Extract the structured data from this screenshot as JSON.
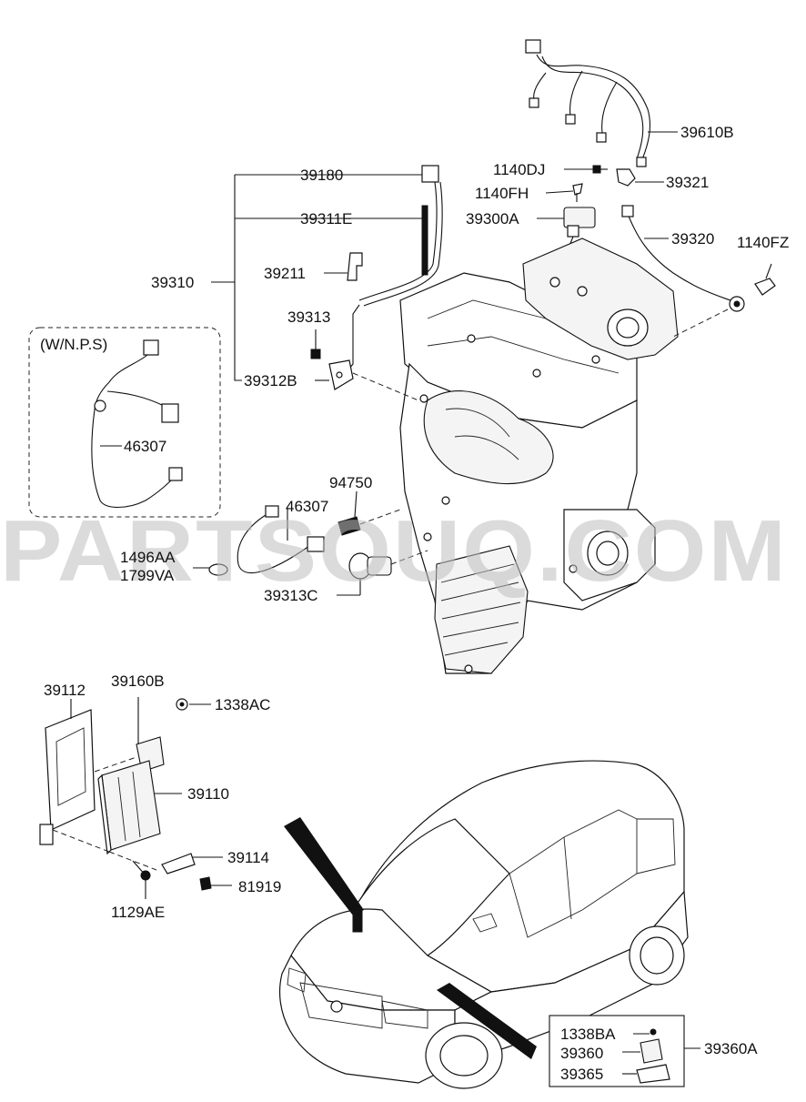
{
  "watermark": "PARTSOUQ.COM",
  "inset_box_label": "(W/N.P.S)",
  "parts": {
    "p39610B": "39610B",
    "p1140DJ": "1140DJ",
    "p39321": "39321",
    "p1140FH": "1140FH",
    "p39300A": "39300A",
    "p39320": "39320",
    "p1140FZ": "1140FZ",
    "p39180": "39180",
    "p39311E": "39311E",
    "p39310": "39310",
    "p39211": "39211",
    "p39313": "39313",
    "p39312B": "39312B",
    "p46307_inset": "46307",
    "p94750": "94750",
    "p46307": "46307",
    "p1496AA": "1496AA",
    "p1799VA": "1799VA",
    "p39313C": "39313C",
    "p39112": "39112",
    "p39160B": "39160B",
    "p1338AC": "1338AC",
    "p39110": "39110",
    "p39114": "39114",
    "p81919": "81919",
    "p1129AE": "1129AE",
    "p1338BA": "1338BA",
    "p39360": "39360",
    "p39365": "39365",
    "p39360A": "39360A"
  }
}
